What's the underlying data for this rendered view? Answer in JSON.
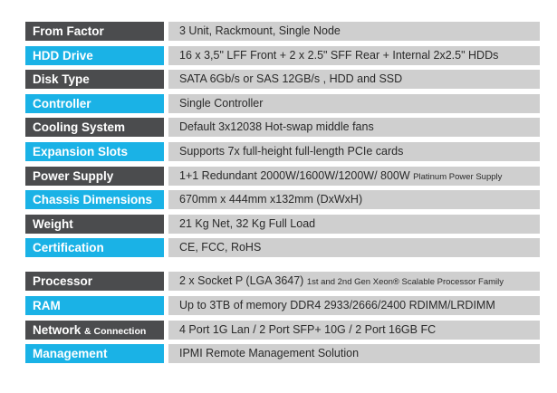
{
  "specs": {
    "group1": [
      {
        "label": "From Factor",
        "value": "3 Unit, Rackmount, Single Node",
        "style": "dark"
      },
      {
        "label": "HDD Drive",
        "value": "16 x 3,5\" LFF Front + 2 x 2.5\" SFF Rear + Internal 2x2.5\" HDDs",
        "style": "blue"
      },
      {
        "label": "Disk Type",
        "value": "SATA 6Gb/s or SAS 12GB/s , HDD and SSD",
        "style": "dark"
      },
      {
        "label": "Controller",
        "value": "Single Controller",
        "style": "blue"
      },
      {
        "label": "Cooling System",
        "value": "Default 3x12038 Hot-swap middle fans",
        "style": "dark"
      },
      {
        "label": "Expansion Slots",
        "value": "Supports 7x full-height full-length PCIe cards",
        "style": "blue"
      },
      {
        "label": "Power Supply",
        "value": "1+1 Redundant 2000W/1600W/1200W/ 800W",
        "value_small": "Platinum Power Supply",
        "style": "dark"
      },
      {
        "label": "Chassis Dimensions",
        "value": "670mm x 444mm x132mm (DxWxH)",
        "style": "blue"
      },
      {
        "label": "Weight",
        "value": "21 Kg Net, 32 Kg Full Load",
        "style": "dark"
      },
      {
        "label": "Certification",
        "value": "CE, FCC, RoHS",
        "style": "blue"
      }
    ],
    "group2": [
      {
        "label": "Processor",
        "value": "2 x Socket P (LGA 3647)",
        "value_small": "1st and 2nd Gen Xeon® Scalable Processor Family",
        "style": "dark"
      },
      {
        "label": "RAM",
        "value": "Up to 3TB of memory DDR4 2933/2666/2400 RDIMM/LRDIMM",
        "style": "blue"
      },
      {
        "label": "Network",
        "label_small": "& Connection",
        "value": "4 Port 1G Lan / 2 Port SFP+ 10G / 2 Port 16GB FC",
        "style": "dark"
      },
      {
        "label": "Management",
        "value": "IPMI Remote Management Solution",
        "style": "blue"
      }
    ]
  }
}
